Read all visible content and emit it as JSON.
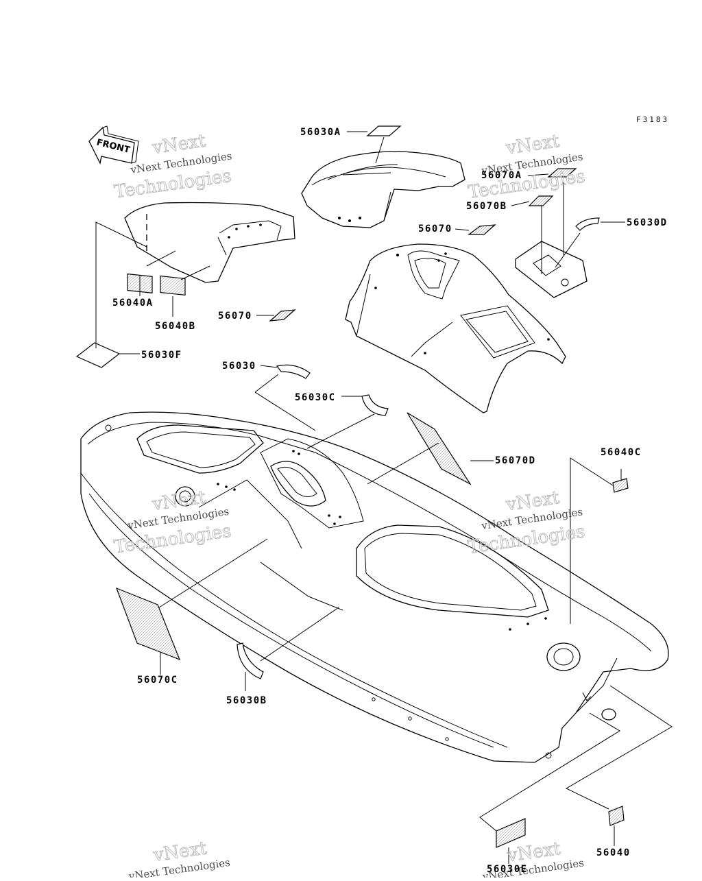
{
  "figure_code": "F3183",
  "front_label": "FRONT",
  "watermark": {
    "line1": "vNext Technologies",
    "line2": "Technologies",
    "badge": "vNext"
  },
  "parts": [
    {
      "id": "56030A",
      "label": "56030A"
    },
    {
      "id": "56070A",
      "label": "56070A"
    },
    {
      "id": "56070B",
      "label": "56070B"
    },
    {
      "id": "56070-upper",
      "label": "56070"
    },
    {
      "id": "56030D",
      "label": "56030D"
    },
    {
      "id": "56040A",
      "label": "56040A"
    },
    {
      "id": "56040B",
      "label": "56040B"
    },
    {
      "id": "56070-left",
      "label": "56070"
    },
    {
      "id": "56030F",
      "label": "56030F"
    },
    {
      "id": "56030",
      "label": "56030"
    },
    {
      "id": "56030C",
      "label": "56030C"
    },
    {
      "id": "56070D",
      "label": "56070D"
    },
    {
      "id": "56040C",
      "label": "56040C"
    },
    {
      "id": "56070C",
      "label": "56070C"
    },
    {
      "id": "56030B",
      "label": "56030B"
    },
    {
      "id": "56040",
      "label": "56040"
    },
    {
      "id": "56030E",
      "label": "56030E"
    }
  ]
}
